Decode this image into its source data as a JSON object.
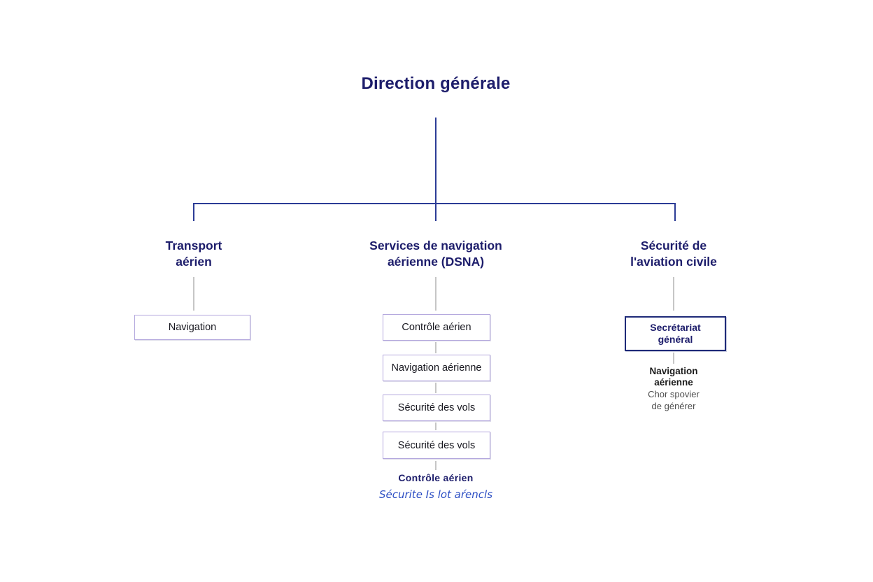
{
  "title": "Direction générale",
  "colors": {
    "navy_text": "#1d1d6b",
    "line_navy": "#2c3c96",
    "italic_blue": "#2d4fc4",
    "box_border_lavender": "#b3a7dd",
    "box_border_navy": "#1e2a78",
    "connector_gray": "#c6c6c6",
    "box_text": "#17171f",
    "muted_text": "#4f4f4f"
  },
  "branches": {
    "transport": {
      "label_lines": [
        "Transport",
        "aérien"
      ],
      "boxes": [
        "Navigation"
      ]
    },
    "dsna": {
      "label_lines": [
        "Services de navigation",
        "aérienne (DSNA)"
      ],
      "boxes": [
        "Contrôle aérien",
        "Navigation aérienne",
        "Sécurité des vols",
        "Sécurité des vols"
      ],
      "footnote_bold": "Contrôle aérien",
      "footnote_italic": "Sécurite Is lot aŕencls"
    },
    "securite": {
      "label_lines": [
        "Sécurité de",
        "l'aviation civile"
      ],
      "box_lines": [
        "Secrétariat",
        "général"
      ],
      "caption_bold_lines": [
        "Navigation",
        "aérienne"
      ],
      "caption_muted_lines": [
        "Chor spovier",
        "de générer"
      ]
    }
  }
}
